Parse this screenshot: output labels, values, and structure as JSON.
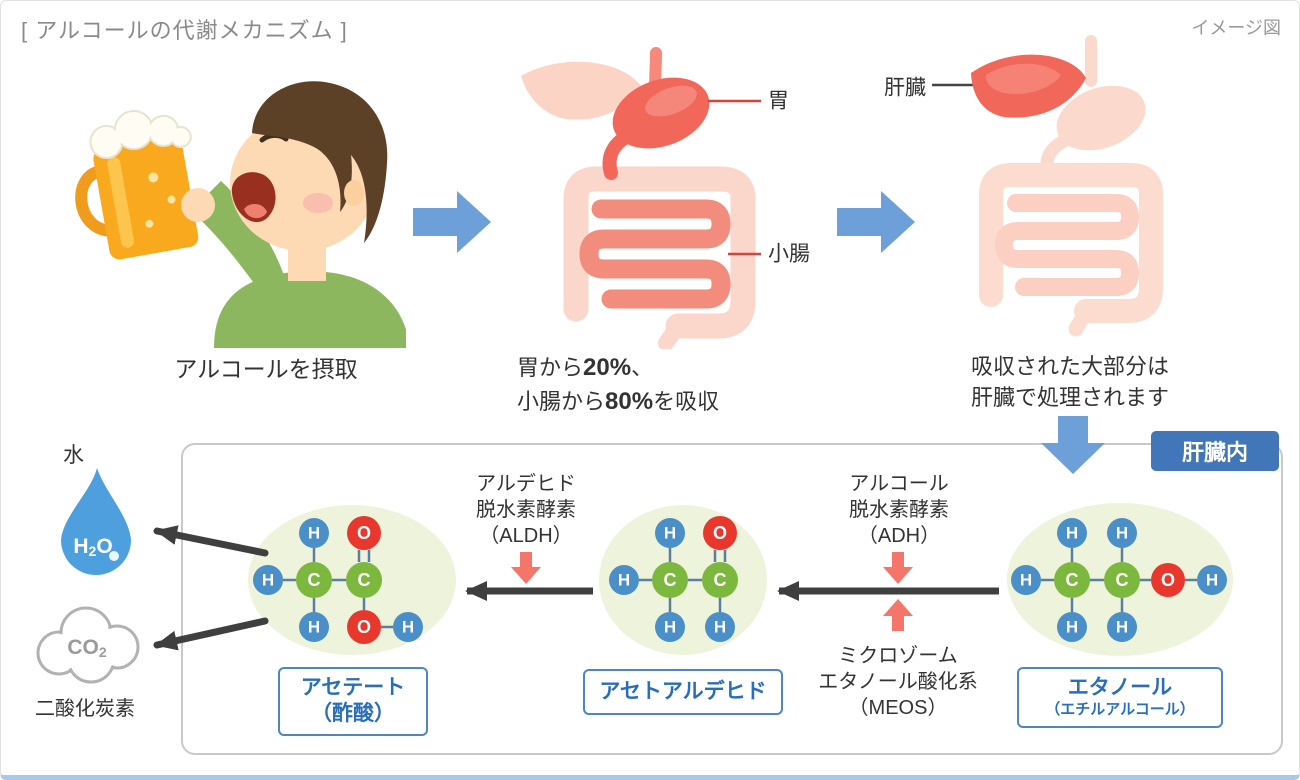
{
  "header": {
    "title": "[ アルコールの代謝メカニズム ]",
    "note": "イメージ図"
  },
  "steps": {
    "intake": {
      "caption": "アルコールを摂取"
    },
    "absorption": {
      "stomach_label": "胃",
      "intestine_label": "小腸",
      "caption_line1": {
        "pre": "胃から",
        "bold": "20%",
        "post": "、"
      },
      "caption_line2": {
        "pre": "小腸から",
        "bold": "80%",
        "post": "を吸収"
      }
    },
    "processing": {
      "liver_label": "肝臓",
      "caption_line1": "吸収された大部分は",
      "caption_line2": "肝臓で処理されます"
    }
  },
  "liver_box": {
    "badge": "肝臓内",
    "enzymes": {
      "aldh": {
        "line1": "アルデヒド",
        "line2": "脱水素酵素",
        "line3": "（ALDH）"
      },
      "adh": {
        "line1": "アルコール",
        "line2": "脱水素酵素",
        "line3": "（ADH）"
      },
      "meos": {
        "line1": "ミクロゾーム",
        "line2": "エタノール酸化系",
        "line3": "（MEOS）"
      }
    },
    "molecules": {
      "acetate": {
        "name": "アセテート",
        "sub": "（酢酸）"
      },
      "acetaldehyde": {
        "name": "アセトアルデヒド"
      },
      "ethanol": {
        "name": "エタノール",
        "sub": "（エチルアルコール）"
      }
    }
  },
  "outputs": {
    "water": {
      "label": "水",
      "f1": "H",
      "f2": "2",
      "f3": "O"
    },
    "co2": {
      "label": "二酸化炭素",
      "f1": "CO",
      "f2": "2"
    }
  },
  "atoms": {
    "h": "H",
    "c": "C",
    "o": "O"
  },
  "colors": {
    "label_blue": "#2a6db8",
    "badge_blue": "#4176b8",
    "flow_arrow_blue": "#6d9fd8",
    "enzyme_arrow_red": "#f4756a",
    "atom_h_blue": "#4a8fc7",
    "atom_c_green": "#7cb83d",
    "atom_o_red": "#e8372c",
    "organ_red": "#f1685b",
    "organ_pale_pink": "#fbd7ca",
    "molecule_bg_green": "#eef3db",
    "black_arrow": "#3f3f3f"
  }
}
